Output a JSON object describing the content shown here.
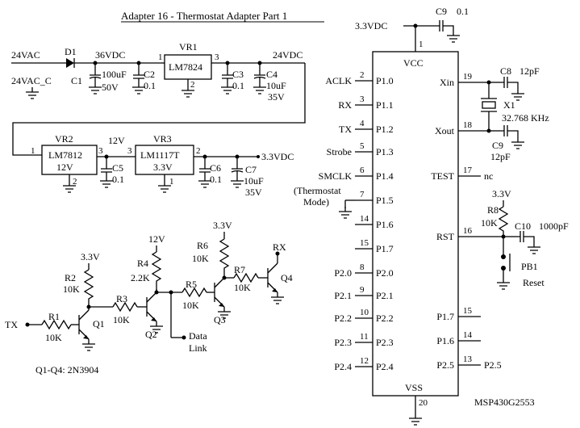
{
  "title": "Adapter 16 - Thermostat Adapter Part 1",
  "power": {
    "in_label": "24VAC",
    "in_common": "24VAC_C",
    "d1": "D1",
    "v36": "36VDC",
    "c1": {
      "name": "C1",
      "value": "100uF",
      "voltage": "50V"
    },
    "c2": {
      "name": "C2",
      "value": "0.1"
    },
    "vr1": {
      "name": "VR1",
      "part": "LM7824",
      "pin_in": "1",
      "pin_out": "3",
      "pin_gnd": "2"
    },
    "c3": {
      "name": "C3",
      "value": "0.1"
    },
    "c4": {
      "name": "C4",
      "value": "10uF",
      "voltage": "35V"
    },
    "v24": "24VDC",
    "vr2": {
      "name": "VR2",
      "part": "LM7812",
      "rating": "12V",
      "pin_in": "1",
      "pin_out": "3",
      "pin_gnd": "2"
    },
    "v12": "12V",
    "c5": {
      "name": "C5",
      "value": "0.1"
    },
    "vr3": {
      "name": "VR3",
      "part": "LM1117T",
      "rating": "3.3V",
      "pin_in": "3",
      "pin_out": "2",
      "pin_gnd": "1"
    },
    "c6": {
      "name": "C6",
      "value": "0.1"
    },
    "c7": {
      "name": "C7",
      "value": "10uF",
      "voltage": "35V"
    },
    "v33": "3.3VDC"
  },
  "level_shifter": {
    "vcc_a": "3.3V",
    "r2": {
      "name": "R2",
      "value": "10K"
    },
    "tx": "TX",
    "r1": {
      "name": "R1",
      "value": "10K"
    },
    "q1": "Q1",
    "r3": {
      "name": "R3",
      "value": "10K"
    },
    "v12": "12V",
    "r4": {
      "name": "R4",
      "value": "2.2K"
    },
    "q2": "Q2",
    "data_link_1": "Data",
    "data_link_2": "Link",
    "r5": {
      "name": "R5",
      "value": "10K"
    },
    "vcc_b": "3.3V",
    "r6": {
      "name": "R6",
      "value": "10K"
    },
    "q3": "Q3",
    "r7": {
      "name": "R7",
      "value": "10K"
    },
    "rx": "RX",
    "q4": "Q4",
    "note": "Q1-Q4: 2N3904"
  },
  "mcu": {
    "vcc_supply": "3.3VDC",
    "c9_top": {
      "name": "C9",
      "value": "0.1"
    },
    "vcc_pin": "1",
    "vcc": "VCC",
    "vss": "VSS",
    "vss_pin": "20",
    "part": "MSP430G2553",
    "left_pins": [
      {
        "signal": "ACLK",
        "num": "2",
        "name": "P1.0"
      },
      {
        "signal": "RX",
        "num": "3",
        "name": "P1.1"
      },
      {
        "signal": "TX",
        "num": "4",
        "name": "P1.2"
      },
      {
        "signal": "Strobe",
        "num": "5",
        "name": "P1.3"
      },
      {
        "signal": "SMCLK",
        "num": "6",
        "name": "P1.4"
      },
      {
        "signal": "",
        "num": "7",
        "name": "P1.5"
      },
      {
        "signal": "",
        "num": "14",
        "name": "P1.6"
      },
      {
        "signal": "",
        "num": "15",
        "name": "P1.7"
      },
      {
        "signal": "P2.0",
        "num": "8",
        "name": "P2.0"
      },
      {
        "signal": "P2.1",
        "num": "9",
        "name": "P2.1"
      },
      {
        "signal": "P2.2",
        "num": "10",
        "name": "P2.2"
      },
      {
        "signal": "P2.3",
        "num": "11",
        "name": "P2.3"
      },
      {
        "signal": "P2.4",
        "num": "12",
        "name": "P2.4"
      }
    ],
    "thermostat_mode_1": "(Thermostat",
    "thermostat_mode_2": "Mode)",
    "right_pins": [
      {
        "name": "Xin",
        "num": "19"
      },
      {
        "name": "Xout",
        "num": "18"
      },
      {
        "name": "TEST",
        "num": "17",
        "signal": "nc"
      },
      {
        "name": "RST",
        "num": "16"
      },
      {
        "name": "P1.7",
        "num": "15"
      },
      {
        "name": "P1.6",
        "num": "14"
      },
      {
        "name": "P2.5",
        "num": "13",
        "signal": "P2.5"
      }
    ],
    "c8": {
      "name": "C8",
      "value": "12pF"
    },
    "x1": {
      "name": "X1",
      "value": "32.768 KHz"
    },
    "c9": {
      "name": "C9",
      "value": "12pF"
    },
    "rst_vcc": "3.3V",
    "r8": {
      "name": "R8",
      "value": "10K"
    },
    "c10": {
      "name": "C10",
      "value": "1000pF"
    },
    "pb1": {
      "name": "PB1",
      "label": "Reset"
    }
  }
}
